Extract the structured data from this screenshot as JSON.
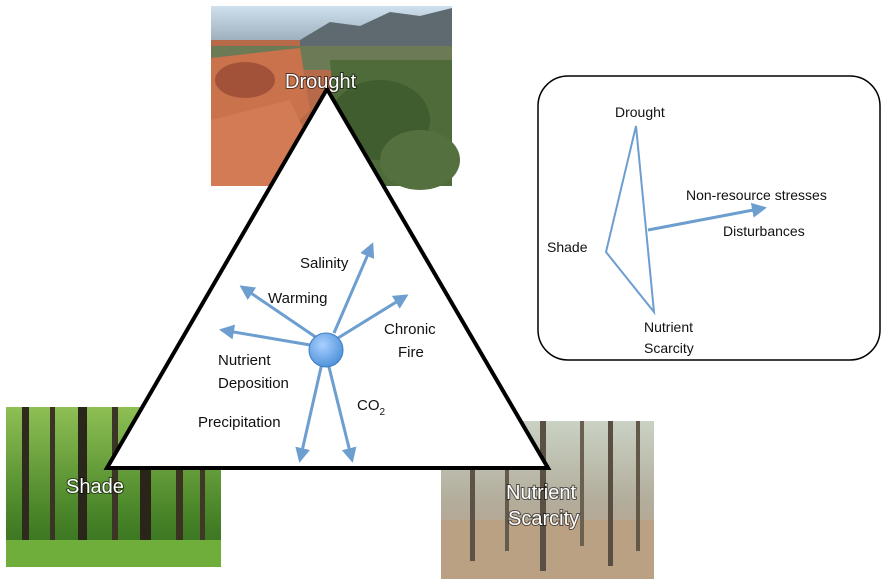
{
  "triangle": {
    "corners": {
      "top": "Drought",
      "bottom_left": "Shade",
      "bottom_right_line1": "Nutrient",
      "bottom_right_line2": "Scarcity"
    },
    "factors": {
      "salinity": "Salinity",
      "warming": "Warming",
      "chronic_fire_line1": "Chronic",
      "chronic_fire_line2": "Fire",
      "nutrient_deposition_line1": "Nutrient",
      "nutrient_deposition_line2": "Deposition",
      "precipitation": "Precipitation",
      "co2_base": "CO",
      "co2_sub": "2"
    }
  },
  "inset": {
    "drought": "Drought",
    "shade": "Shade",
    "nutrient_line1": "Nutrient",
    "nutrient_line2": "Scarcity",
    "non_resource": "Non-resource stresses",
    "disturbances": "Disturbances"
  },
  "colors": {
    "arrow": "#6d9ed0",
    "center_node": "#5b9be0",
    "triangle_fill": "#ffffff",
    "triangle_stroke": "#000000"
  }
}
